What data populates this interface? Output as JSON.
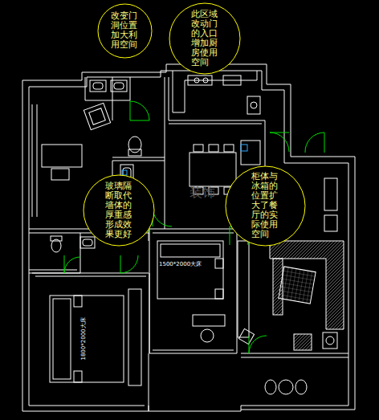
{
  "diagram": {
    "nodes": [
      {
        "text": [
          "改变门洞位置加大利用空间"
        ]
      },
      {
        "text": [
          "此区域改动门的入口增加厨房使用空间"
        ]
      },
      {
        "text": [
          "玻璃隔断取代墙体的厚重感形成效果更好"
        ]
      },
      {
        "text": [
          "柜体与冰箱的位置扩大了餐厅的实际使用空间"
        ]
      }
    ],
    "labels": [
      "1500*2000大床",
      "1800*2000大床",
      "装饰"
    ]
  }
}
